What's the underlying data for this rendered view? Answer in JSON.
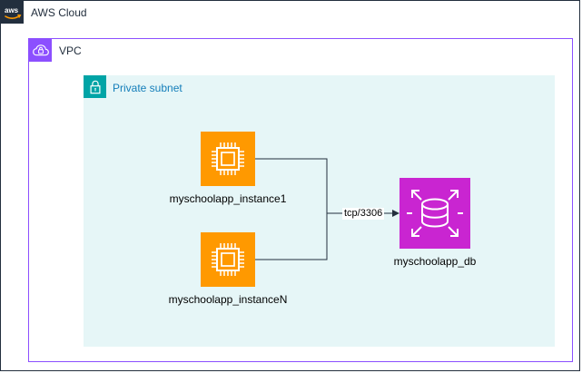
{
  "aws_cloud": {
    "title": "AWS Cloud",
    "icon": "aws-logo-icon",
    "color": "#232f3e"
  },
  "vpc": {
    "title": "VPC",
    "icon": "vpc-icon",
    "color": "#8c4fff"
  },
  "private_subnet": {
    "title": "Private subnet",
    "icon": "lock-icon",
    "accent_color": "#00a4a6",
    "background_color": "#e6f6f7",
    "text_color": "#147eba"
  },
  "nodes": {
    "instance_1": {
      "label": "myschoolapp_instance1",
      "icon": "ec2-instance-icon",
      "color": "#ff9900"
    },
    "instance_n": {
      "label": "myschoolapp_instanceN",
      "icon": "ec2-instance-icon",
      "color": "#ff9900"
    },
    "database": {
      "label": "myschoolapp_db",
      "icon": "rds-database-icon",
      "color": "#c925d1"
    }
  },
  "connection": {
    "label": "tcp/3306"
  }
}
